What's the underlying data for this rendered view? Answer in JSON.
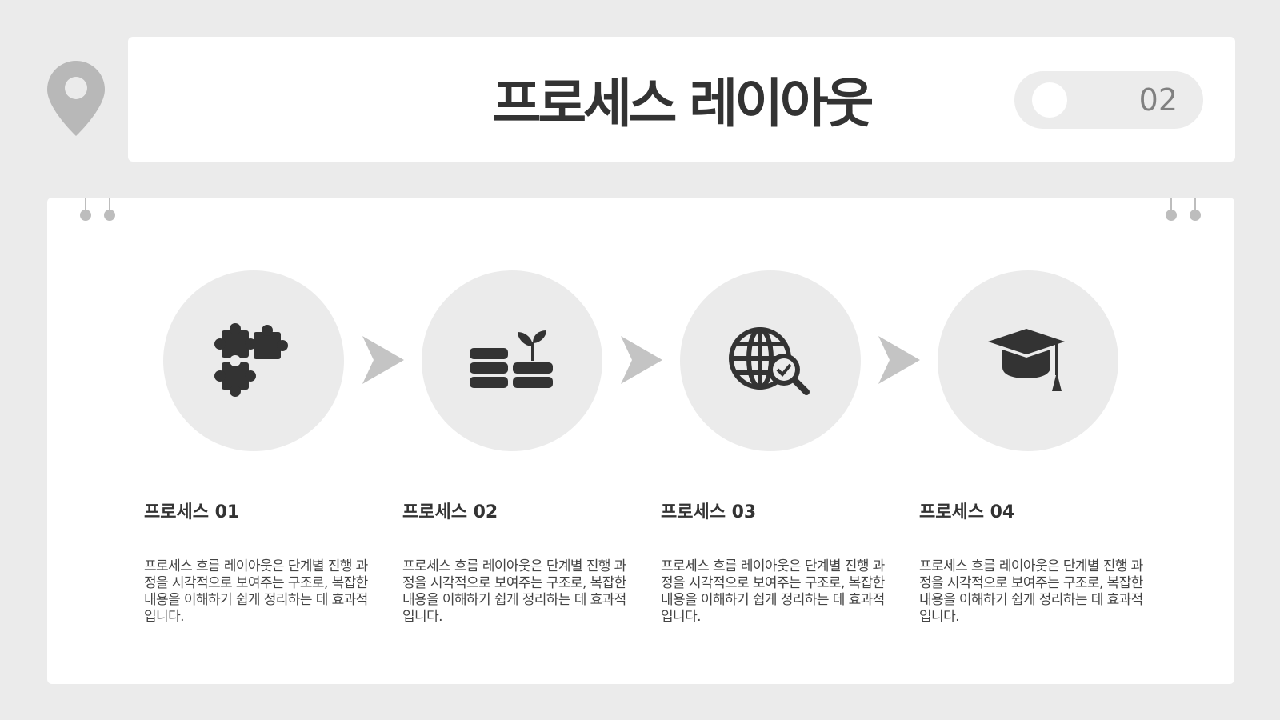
{
  "header": {
    "title": "프로세스 레이아웃",
    "page_number": "02",
    "location_icon": "map-pin-icon"
  },
  "process": {
    "steps": [
      {
        "icon": "puzzle-icon",
        "title": "프로세스 01",
        "description": "프로세스 흐름 레이아웃은 단계별 진행 과정을 시각적으로 보여주는 구조로, 복잡한 내용을 이해하기 쉽게 정리하는 데 효과적입니다."
      },
      {
        "icon": "coins-sprout-icon",
        "title": "프로세스 02",
        "description": "프로세스 흐름 레이아웃은 단계별 진행 과정을 시각적으로 보여주는 구조로, 복잡한 내용을 이해하기 쉽게 정리하는 데 효과적입니다."
      },
      {
        "icon": "globe-search-icon",
        "title": "프로세스 03",
        "description": "프로세스 흐름 레이아웃은 단계별 진행 과정을 시각적으로 보여주는 구조로, 복잡한 내용을 이해하기 쉽게 정리하는 데 효과적입니다."
      },
      {
        "icon": "graduation-cap-icon",
        "title": "프로세스 04",
        "description": "프로세스 흐름 레이아웃은 단계별 진행 과정을 시각적으로 보여주는 구조로, 복잡한 내용을 이해하기 쉽게 정리하는 데 효과적입니다."
      }
    ],
    "arrow_icon": "chevron-right-icon"
  },
  "colors": {
    "background": "#ebebeb",
    "card": "#ffffff",
    "icon": "#333333",
    "accent_gray": "#bdbdbd"
  }
}
